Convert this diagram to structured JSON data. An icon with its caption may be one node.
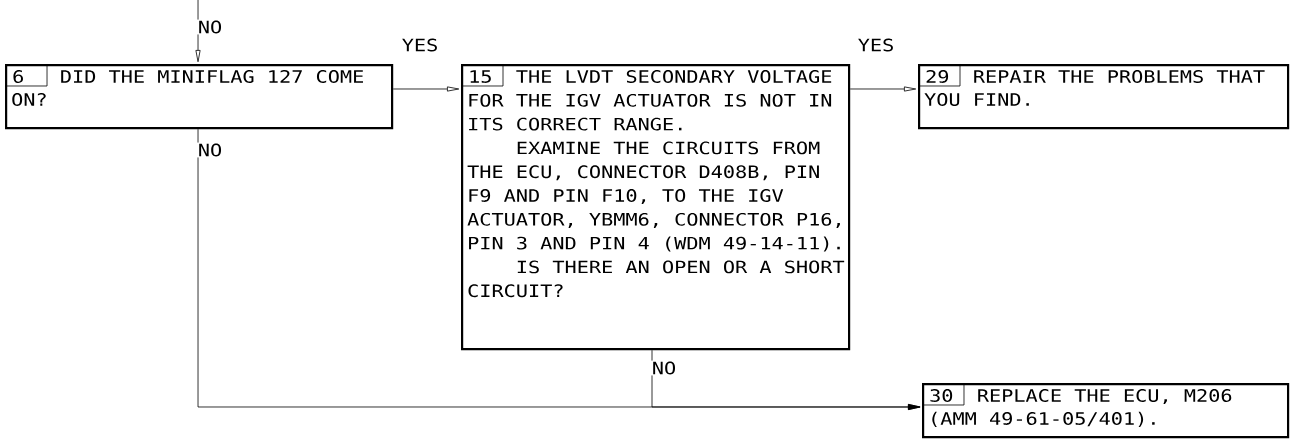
{
  "diagram": {
    "nodes": [
      {
        "text": [
          "6",
          "DID THE MINIFLAG 127 COME ON?"
        ]
      },
      {
        "text": [
          "15",
          "THE LVDT SECONDARY VOLTAGE FOR THE IGV ACTUATOR IS NOT IN ITS CORRECT RANGE.",
          "EXAMINE THE CIRCUITS FROM THE ECU, CONNECTOR D408B, PIN F9 AND PIN F10, TO THE IGV ACTUATOR, YBMM6, CONNECTOR P16, PIN 3 AND PIN 4 (WDM 49-14-11).",
          "IS THERE AN OPEN OR A SHORT CIRCUIT?"
        ]
      },
      {
        "text": [
          "29",
          "REPAIR THE PROBLEMS THAT YOU FIND."
        ]
      },
      {
        "text": [
          "30",
          "REPLACE THE ECU, M206 (AMM 49-61-05/401)."
        ]
      }
    ],
    "edges": [
      {
        "from": null,
        "to": 0,
        "arrow": "to",
        "label": "NO"
      },
      {
        "from": 0,
        "to": 1,
        "arrow": "to",
        "label": "YES"
      },
      {
        "from": 1,
        "to": 2,
        "arrow": "to",
        "label": "YES"
      },
      {
        "from": 0,
        "to": 3,
        "arrow": "to",
        "label": "NO"
      },
      {
        "from": 1,
        "to": 3,
        "arrow": "to",
        "label": "NO"
      }
    ]
  }
}
